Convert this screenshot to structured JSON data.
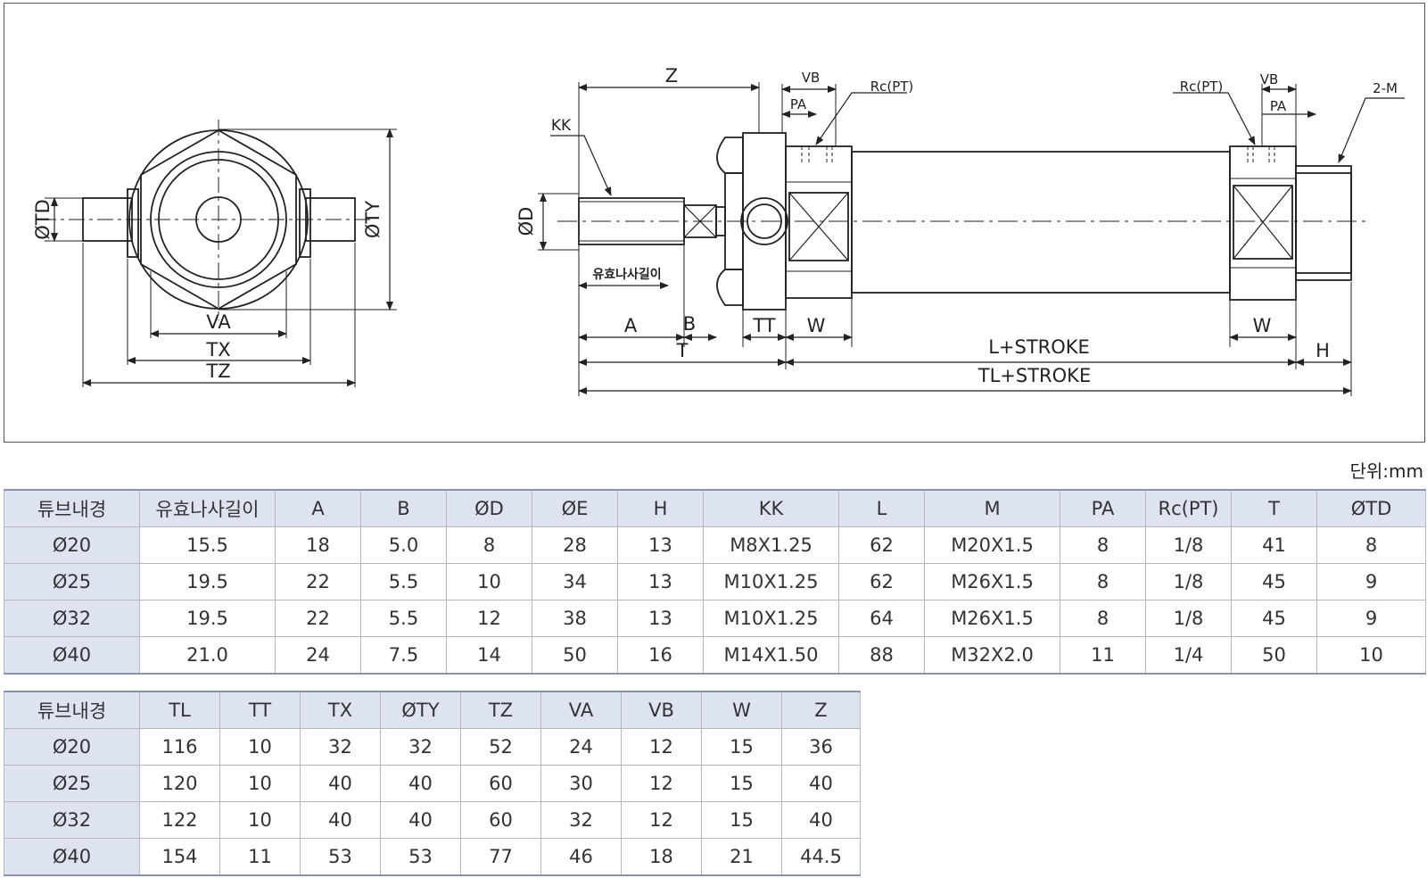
{
  "drawing": {
    "labels": {
      "td": "ØTD",
      "ty": "ØTY",
      "va": "VA",
      "tx": "TX",
      "tz": "TZ",
      "z": "Z",
      "kk": "KK",
      "d": "ØD",
      "thread_length": "유효나사길이",
      "a": "A",
      "b": "B",
      "t": "T",
      "tt": "TT",
      "w_left": "W",
      "w_right": "W",
      "vb_left": "VB",
      "vb_right": "VB",
      "pa_left": "PA",
      "pa_right": "PA",
      "rc_left": "Rc(PT)",
      "rc_right": "Rc(PT)",
      "m": "2-M",
      "l_stroke": "L+STROKE",
      "tl_stroke": "TL+STROKE",
      "h": "H"
    }
  },
  "unit_label": "단위:mm",
  "table1": {
    "headers": [
      "튜브내경",
      "유효나사길이",
      "A",
      "B",
      "ØD",
      "ØE",
      "H",
      "KK",
      "L",
      "M",
      "PA",
      "Rc(PT)",
      "T",
      "ØTD"
    ],
    "rows": [
      [
        "Ø20",
        "15.5",
        "18",
        "5.0",
        "8",
        "28",
        "13",
        "M8X1.25",
        "62",
        "M20X1.5",
        "8",
        "1/8",
        "41",
        "8"
      ],
      [
        "Ø25",
        "19.5",
        "22",
        "5.5",
        "10",
        "34",
        "13",
        "M10X1.25",
        "62",
        "M26X1.5",
        "8",
        "1/8",
        "45",
        "9"
      ],
      [
        "Ø32",
        "19.5",
        "22",
        "5.5",
        "12",
        "38",
        "13",
        "M10X1.25",
        "64",
        "M26X1.5",
        "8",
        "1/8",
        "45",
        "9"
      ],
      [
        "Ø40",
        "21.0",
        "24",
        "7.5",
        "14",
        "50",
        "16",
        "M14X1.50",
        "88",
        "M32X2.0",
        "11",
        "1/4",
        "50",
        "10"
      ]
    ]
  },
  "table2": {
    "headers": [
      "튜브내경",
      "TL",
      "TT",
      "TX",
      "ØTY",
      "TZ",
      "VA",
      "VB",
      "W",
      "Z"
    ],
    "rows": [
      [
        "Ø20",
        "116",
        "10",
        "32",
        "32",
        "52",
        "24",
        "12",
        "15",
        "36"
      ],
      [
        "Ø25",
        "120",
        "10",
        "40",
        "40",
        "60",
        "30",
        "12",
        "15",
        "40"
      ],
      [
        "Ø32",
        "122",
        "10",
        "40",
        "40",
        "60",
        "32",
        "12",
        "15",
        "40"
      ],
      [
        "Ø40",
        "154",
        "11",
        "53",
        "53",
        "77",
        "46",
        "18",
        "21",
        "44.5"
      ]
    ]
  }
}
